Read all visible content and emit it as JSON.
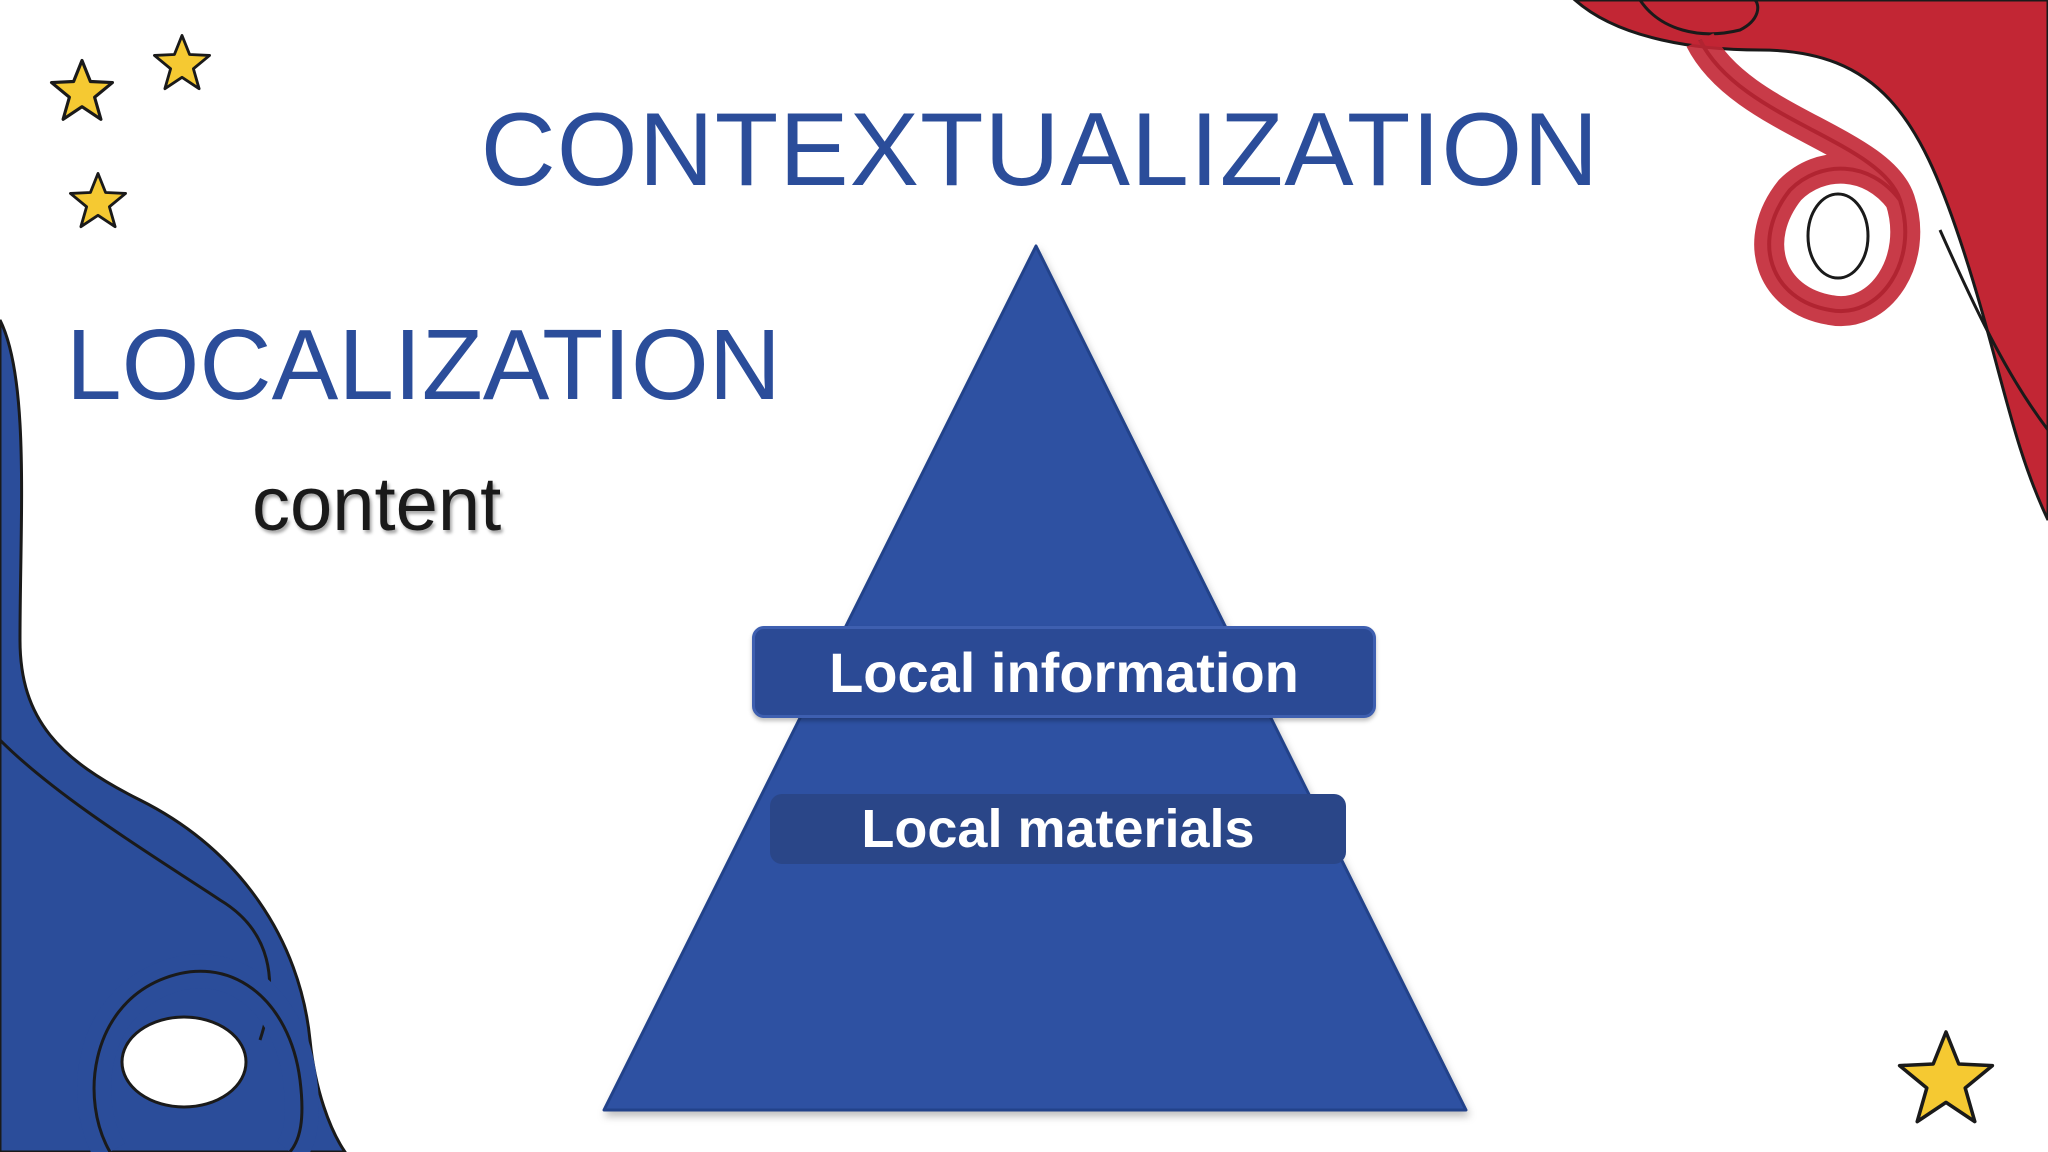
{
  "slide": {
    "title": "CONTEXTUALIZATION",
    "subtitle": "LOCALIZATION",
    "caption": "content"
  },
  "pyramid": {
    "tiers": [
      {
        "label": "Local information"
      },
      {
        "label": "Local materials"
      }
    ]
  },
  "colors": {
    "title_blue": "#2b4d9a",
    "pyramid_blue": "#2e51a2",
    "label_bg": "#2b4a95",
    "deco_red": "#c22634",
    "deco_blue": "#2b4d9a",
    "star_yellow": "#f5c932"
  },
  "icons": [
    "star-icon",
    "star-icon",
    "star-icon",
    "star-icon"
  ]
}
